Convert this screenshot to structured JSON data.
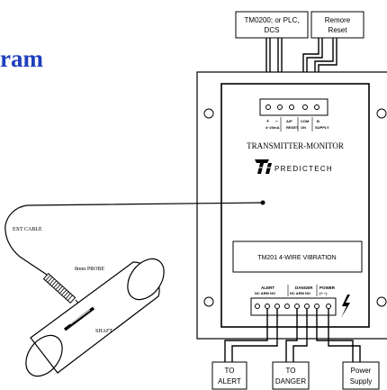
{
  "heading": "ram",
  "top_boxes": {
    "left_line1": "TM0200; or PLC,",
    "left_line2": "DCS",
    "right_line1": "Remore",
    "right_line2": "Reset"
  },
  "top_terminal_labels": {
    "plus": "+",
    "minus": "−",
    "range": "4~20mA",
    "ap": "A/P",
    "ap_sub": "RESET",
    "com": "COM",
    "on": "ON",
    "b": "B",
    "b_sub": "SUPPLY"
  },
  "monitor_title": "TRANSMITTER-MONITOR",
  "brand_name": "PREDICTECH",
  "module_label": "TM201 4-WIRE VIBRATION",
  "bottom_terminal_labels": {
    "alert": "ALERT",
    "alert_sub": "NC ARM NO",
    "danger": "DANGER",
    "danger_sub": "NC ARM NO",
    "power": "POWER",
    "power_sub": "(+  −)"
  },
  "ext_cable": "EXT CABLE",
  "probe": "8mm PROBE",
  "shaft": "SHAFT",
  "bottom_boxes": {
    "alert_line1": "TO",
    "alert_line2": "ALERT",
    "danger_line1": "TO",
    "danger_line2": "DANGER",
    "power_line1": "Power",
    "power_line2": "Supply"
  }
}
